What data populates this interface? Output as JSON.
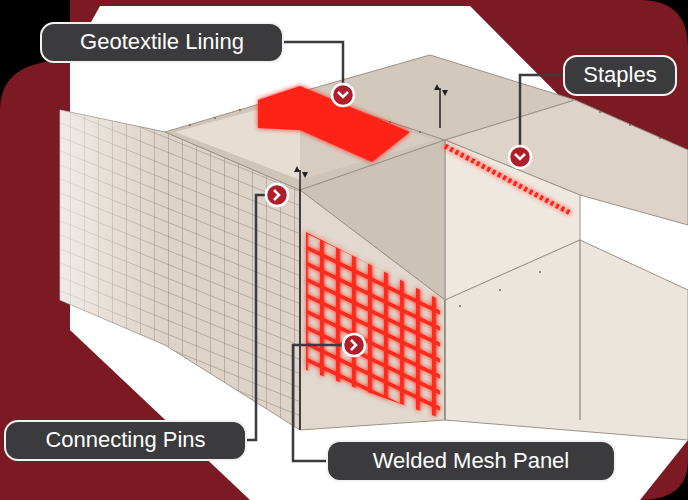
{
  "diagram": {
    "nodes": [
      {
        "text": [
          "Geotextile Lining"
        ]
      },
      {
        "text": [
          "Staples"
        ]
      },
      {
        "text": [
          "Connecting Pins"
        ]
      },
      {
        "text": [
          "Welded Mesh Panel"
        ]
      }
    ]
  }
}
